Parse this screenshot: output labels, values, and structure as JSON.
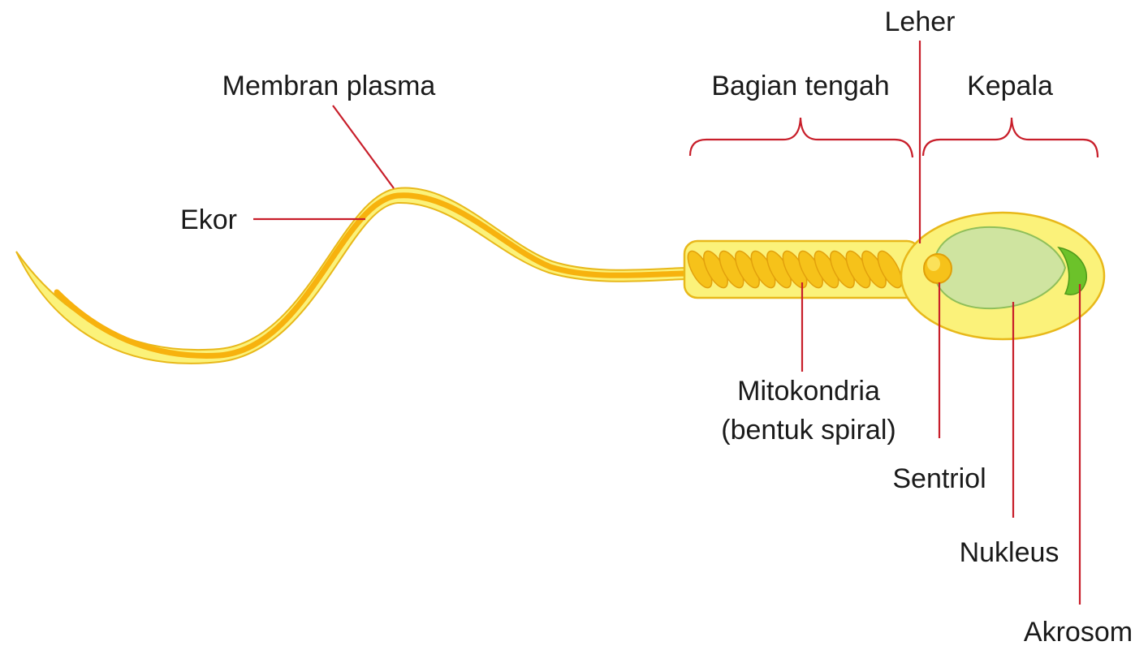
{
  "labels": {
    "leher": "Leher",
    "membran_plasma": "Membran plasma",
    "bagian_tengah": "Bagian tengah",
    "kepala": "Kepala",
    "ekor": "Ekor",
    "mitokondria_line1": "Mitokondria",
    "mitokondria_line2": "(bentuk spiral)",
    "sentriol": "Sentriol",
    "nukleus": "Nukleus",
    "akrosom": "Akrosom"
  },
  "colors": {
    "outer_fill": "#fbf27a",
    "outline": "#e8b81a",
    "inner_band": "#f7b20e",
    "nucleus": "#cfe4a0",
    "acrosome": "#6cc22a",
    "leader": "#c81e2a"
  }
}
